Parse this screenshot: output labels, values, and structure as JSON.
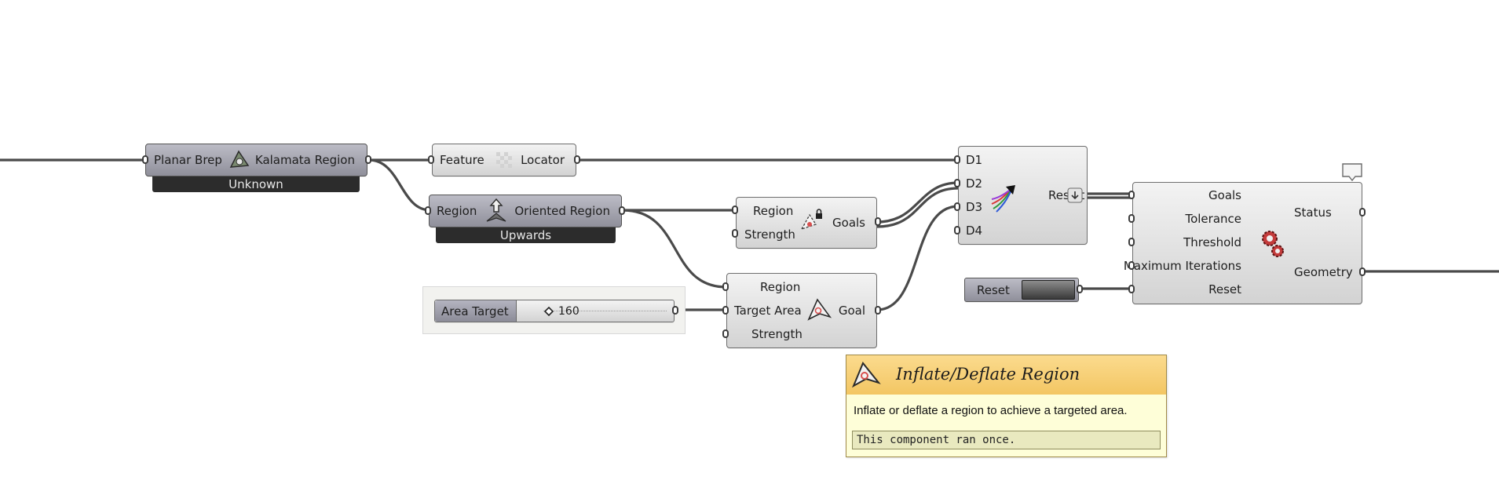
{
  "components": {
    "planar_brep": {
      "input": "Planar Brep",
      "output": "Kalamata Region",
      "tag": "Unknown"
    },
    "feature_locator": {
      "left": "Feature",
      "right": "Locator"
    },
    "oriented_region": {
      "input": "Region",
      "output": "Oriented Region",
      "tag": "Upwards"
    },
    "goals_comp": {
      "inputs": [
        "Region",
        "Strength"
      ],
      "output": "Goals"
    },
    "goal_comp": {
      "inputs": [
        "Region",
        "Target Area",
        "Strength"
      ],
      "output": "Goal"
    },
    "area_slider": {
      "label": "Area Target",
      "value": "160"
    },
    "merge": {
      "inputs": [
        "D1",
        "D2",
        "D3",
        "D4"
      ],
      "output": "Result"
    },
    "reset_button": {
      "label": "Reset"
    },
    "solver": {
      "inputs": [
        "Goals",
        "Tolerance",
        "Threshold",
        "Maximum Iterations",
        "Reset"
      ],
      "outputs": [
        "Status",
        "Geometry"
      ]
    }
  },
  "tooltip": {
    "title": "Inflate/Deflate Region",
    "description": "Inflate or deflate a region to achieve a targeted area.",
    "status": "This component ran once."
  },
  "colors": {
    "wire": "#4a4a4a",
    "tooltip_header": "#f6cf72",
    "tooltip_body": "#fefed8"
  },
  "icons": [
    "region-brep-icon",
    "checker-locator-icon",
    "orient-arrow-icon",
    "goals-lock-icon",
    "inflate-region-icon",
    "merge-arrow-icon",
    "gear-icon",
    "dropdown-arrow-icon",
    "speech-bubble-icon"
  ]
}
